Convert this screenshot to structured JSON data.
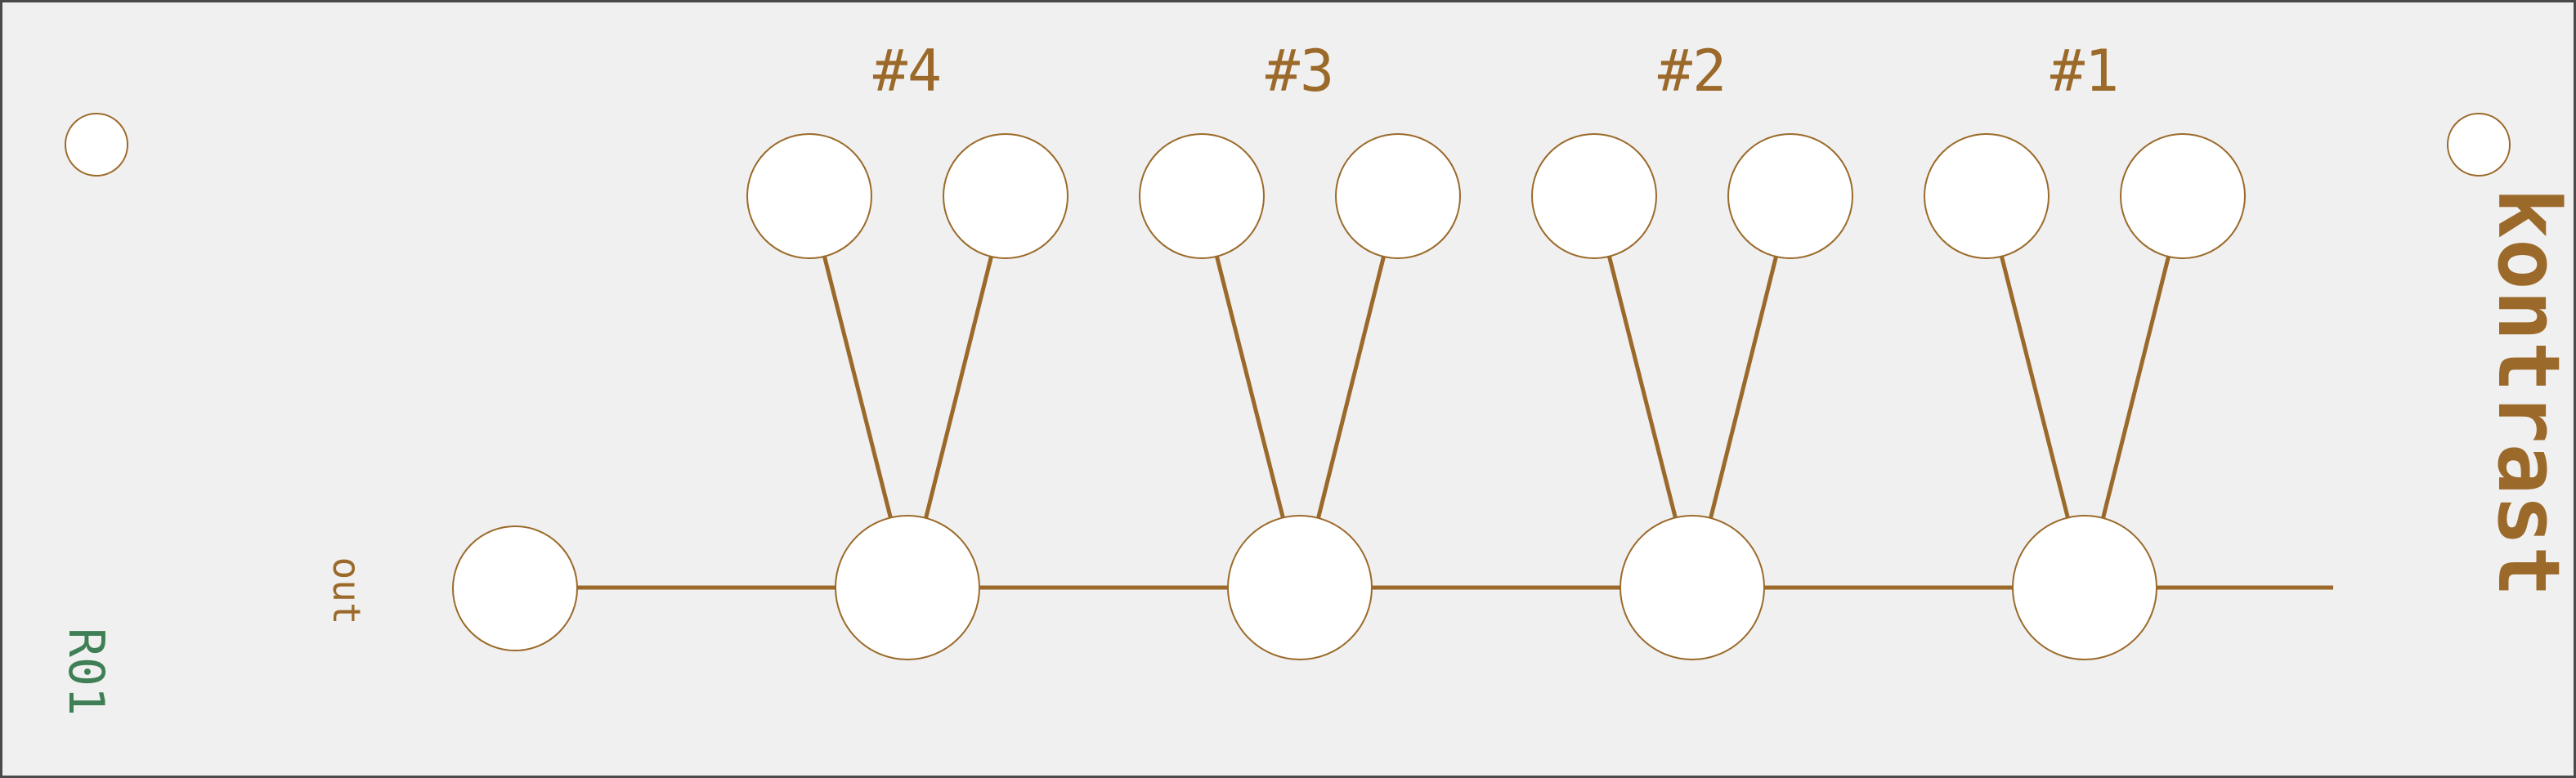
{
  "panel": {
    "title": "kontrast",
    "revision": "R01",
    "output_label": "out",
    "channels": [
      {
        "label": "#4"
      },
      {
        "label": "#3"
      },
      {
        "label": "#2"
      },
      {
        "label": "#1"
      }
    ]
  },
  "colors": {
    "background": "#f0f0f0",
    "border": "#4a4a4a",
    "trace": "#9b6a2a",
    "hole_fill": "#ffffff",
    "revision": "#3f7f55"
  }
}
